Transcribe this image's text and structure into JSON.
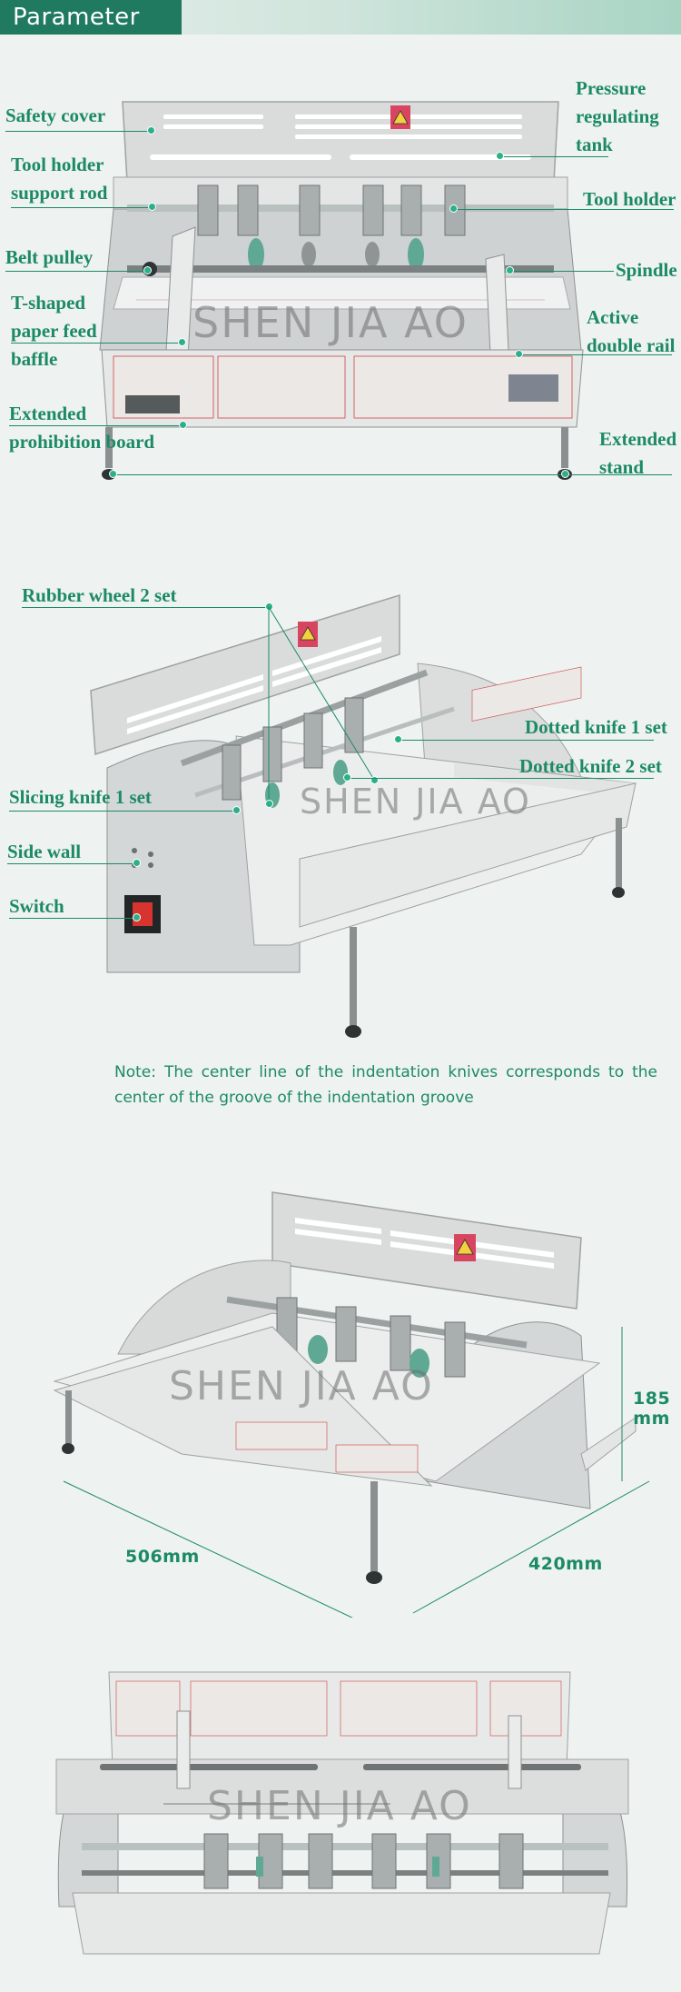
{
  "header": {
    "title": "Parameter"
  },
  "watermark": "SHEN JIA AO",
  "figure1": {
    "labels_left": {
      "safety_cover": "Safety cover",
      "tool_holder_support_rod": [
        "Tool holder",
        "support rod"
      ],
      "belt_pulley": "Belt pulley",
      "t_shaped_baffle": [
        "T-shaped",
        "paper feed",
        "baffle"
      ],
      "extended_board": [
        "Extended",
        "prohibition board"
      ]
    },
    "labels_right": {
      "pressure_tank": [
        "Pressure",
        "regulating",
        "tank"
      ],
      "tool_holder": "Tool holder",
      "spindle": "Spindle",
      "active_rail": [
        "Active",
        "double rail"
      ],
      "extended_stand": [
        "Extended",
        "stand"
      ]
    }
  },
  "figure2": {
    "rubber_wheel": "Rubber wheel 2 set",
    "dotted_knife_1": "Dotted knife 1 set",
    "dotted_knife_2": "Dotted knife 2 set",
    "slicing_knife": "Slicing knife 1 set",
    "side_wall": "Side wall",
    "switch": "Switch"
  },
  "note": "Note: The center line of the indentation knives corresponds to the center of the groove of the indentation groove",
  "figure3": {
    "height": [
      "185",
      "mm"
    ],
    "width": "506mm",
    "depth": "420mm"
  },
  "colors": {
    "accent": "#1c8a66",
    "header": "#1f7a60",
    "background": "#eef2f0"
  }
}
